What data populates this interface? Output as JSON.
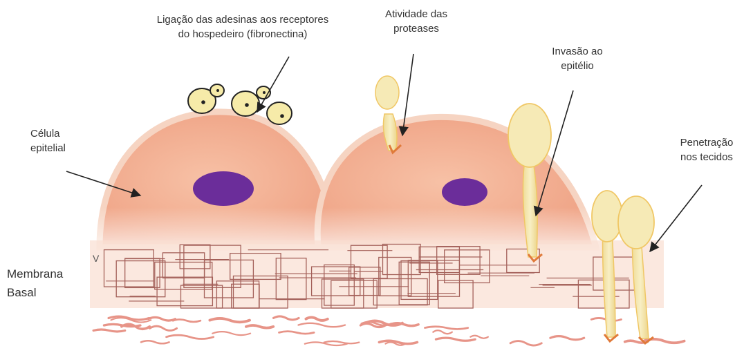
{
  "labels": {
    "adhesins": [
      "Ligação  das adesinas aos receptores",
      "do hospedeiro (fibronectina)"
    ],
    "proteases": [
      "Atividade das",
      "proteases"
    ],
    "invasion": [
      "Invasão ao",
      "epitélio"
    ],
    "penetration": [
      "Penetração",
      "nos tecidos"
    ],
    "epithelial_cell": [
      "Célula",
      "epitelial"
    ],
    "basal_membrane": [
      "Membrana",
      "Basal"
    ],
    "stray_mark": "V"
  },
  "colors": {
    "cell_fill": "#f2a88a",
    "cell_rim": "#f6d4c2",
    "nucleus": "#6b2d9a",
    "yeast_fill": "#f6eba9",
    "yeast_outline": "#222222",
    "hypha_fill": "#f3e3a6",
    "hypha_outline": "#f0c765",
    "membrane_lines": "#a4615a",
    "fibers": "#e79488",
    "arrow": "#222222",
    "text": "#333333"
  }
}
